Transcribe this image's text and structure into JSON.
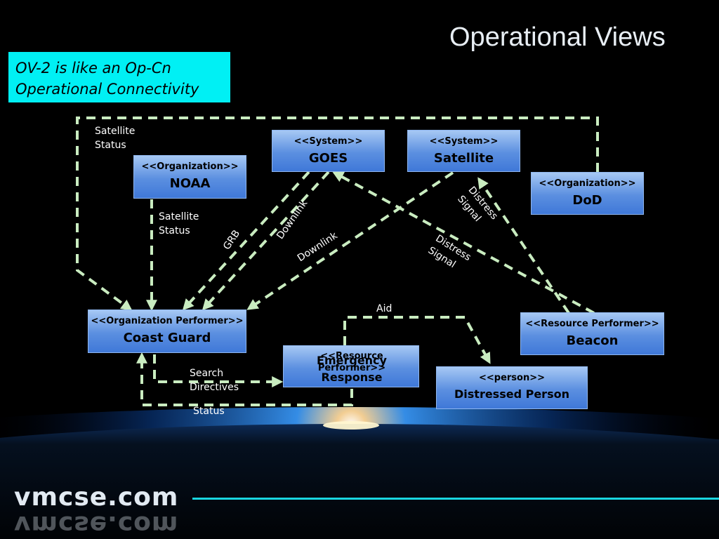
{
  "slide": {
    "title": "Operational Views",
    "note_line1": "OV-2 is like an Op-Cn",
    "note_line2": "Operational Connectivity",
    "logo": "vmcse.com"
  },
  "nodes": {
    "noaa": {
      "stereotype": "<<Organization>>",
      "name": "NOAA"
    },
    "goes": {
      "stereotype": "<<System>>",
      "name": "GOES"
    },
    "satellite": {
      "stereotype": "<<System>>",
      "name": "Satellite"
    },
    "dod": {
      "stereotype": "<<Organization>>",
      "name": "DoD"
    },
    "coast_guard": {
      "stereotype": "<<Organization Performer>>",
      "name": "Coast Guard"
    },
    "beacon": {
      "stereotype": "<<Resource Performer>>",
      "name": "Beacon"
    },
    "emergency": {
      "stereotype": "<<Resource Performer>>",
      "name_line1": "Emergency",
      "name_line2": "Response"
    },
    "distressed": {
      "stereotype": "<<person>>",
      "name": "Distressed Person"
    }
  },
  "links": {
    "dod_sat_status_line1": "Satellite",
    "dod_sat_status_line2": "Status",
    "noaa_sat_status_line1": "Satellite",
    "noaa_sat_status_line2": "Status",
    "grb": "GRB",
    "downlink_goes": "Downlink",
    "downlink_sat": "Downlink",
    "distress_sat_line1": "Distress",
    "distress_sat_line2": "Signal",
    "distress_goes_line1": "Distress",
    "distress_goes_line2": "Signal",
    "aid": "Aid",
    "search_line1": "Search",
    "search_line2": "Directives",
    "status": "Status"
  },
  "colors": {
    "background": "#000000",
    "note_fill": "#00f0f4",
    "connector": "#c9ecc0",
    "box_top": "#a6c8f4",
    "box_bottom": "#3f78d8",
    "accent_rule": "#19d6e0"
  }
}
